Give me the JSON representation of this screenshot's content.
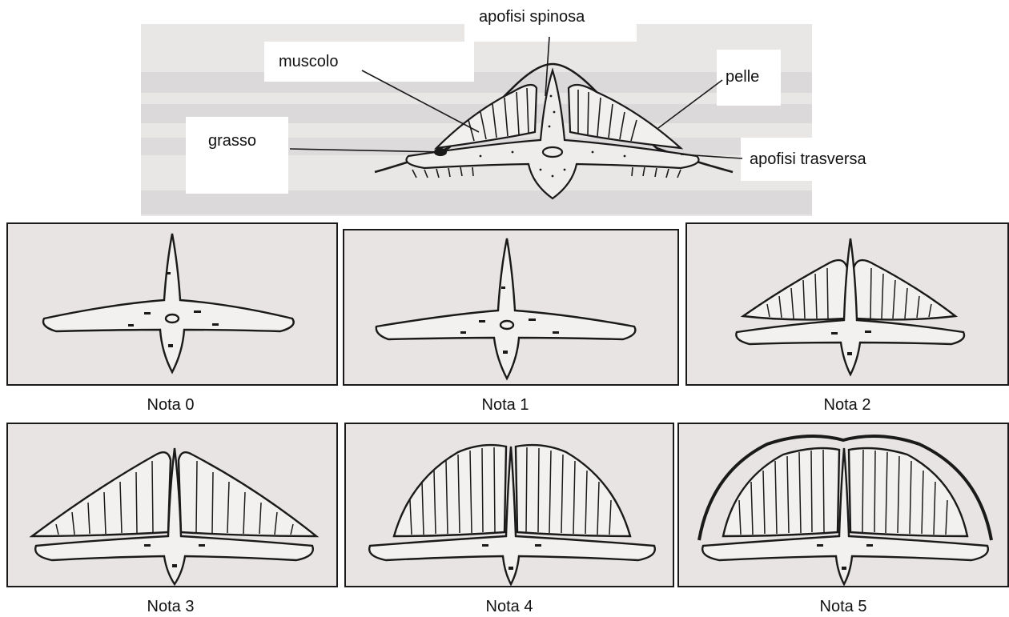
{
  "labels": {
    "apofisi_spinosa": "apofisi spinosa",
    "muscolo": "muscolo",
    "pelle": "pelle",
    "grasso": "grasso",
    "apofisi_trasversa": "apofisi trasversa"
  },
  "panels": [
    {
      "caption": "Nota 0"
    },
    {
      "caption": "Nota 1"
    },
    {
      "caption": "Nota 2"
    },
    {
      "caption": "Nota 3"
    },
    {
      "caption": "Nota 4"
    },
    {
      "caption": "Nota 5"
    }
  ],
  "colors": {
    "ink": "#1a1a1a",
    "paper": "#e7e4e3"
  }
}
